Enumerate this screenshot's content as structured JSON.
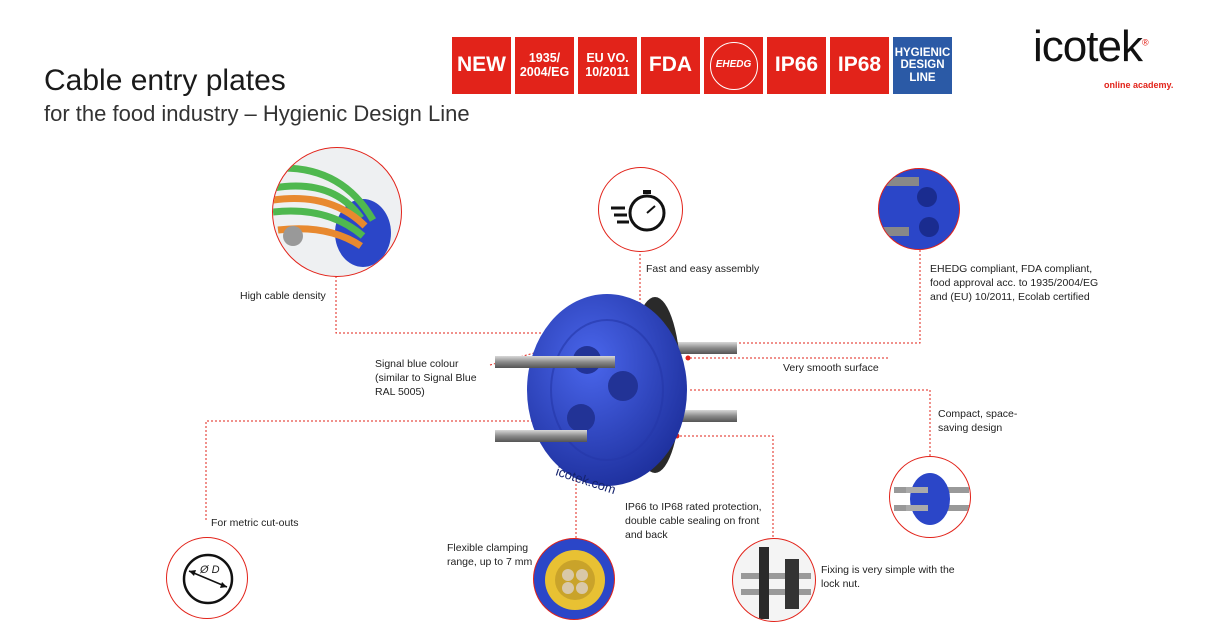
{
  "header": {
    "title": "Cable entry plates",
    "subtitle": "for the food industry – Hygienic Design Line",
    "badges": [
      "NEW",
      "1935/ 2004/EG",
      "EU VO. 10/2011",
      "FDA",
      "EHEDG",
      "IP66",
      "IP68",
      "HYGIENIC DESIGN LINE"
    ],
    "logo": "icotek",
    "logo_mark": "®",
    "tagline": "online academy."
  },
  "product": {
    "brand_text": "icotek.com"
  },
  "features": {
    "high_density": "High cable density",
    "fast_assembly": "Fast and easy assembly",
    "compliance": "EHEDG compliant, FDA compliant, food approval acc. to 1935/2004/EG and (EU) 10/2011, Ecolab certified",
    "signal_blue": "Signal blue colour (similar to Signal Blue RAL 5005)",
    "smooth_surface": "Very smooth surface",
    "compact": "Compact, space-saving design",
    "metric": "For metric cut-outs",
    "diameter": "Ø D",
    "clamping": "Flexible clamping range, up to 7 mm",
    "protection": "IP66 to IP68 rated protection, double cable sealing on front and back",
    "fixing": "Fixing is very simple with the lock nut."
  },
  "colors": {
    "accent": "#e2231a",
    "product_blue": "#2b46c8",
    "badge_blue": "#2b5aa6"
  }
}
